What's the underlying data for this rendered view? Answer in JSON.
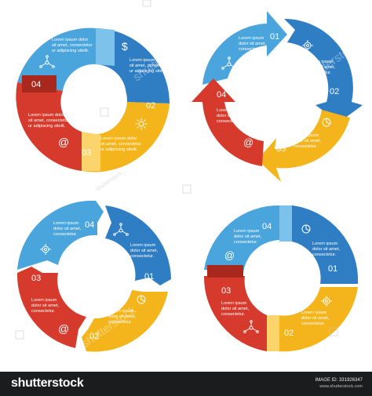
{
  "segment_text": {
    "line1": "Lorem ipsum dolor",
    "line2": "sit amet, consectetur",
    "line3": "ur adipiscing sitelit.",
    "short1": "Lorem ipsum",
    "short2": "dolor sit amet,",
    "short3": "consectetur."
  },
  "numbers": {
    "n1": "01",
    "n2": "02",
    "n3": "03",
    "n4": "04"
  },
  "icon_names": [
    "dollar-icon",
    "gear-icon",
    "sun-icon",
    "at-icon",
    "network-icon",
    "pie-chart-icon"
  ],
  "colors": {
    "blue_light": "#4aa5dc",
    "blue": "#2f7ec4",
    "yellow": "#f3b51b",
    "red": "#d63a2c",
    "red_dark": "#a9281e"
  },
  "watermark": {
    "text": "shutterstock",
    "small": "Shutterstock"
  },
  "footer": {
    "logo": "shutterstock",
    "image_id": "IMAGE ID: 331926347",
    "site": "www.shutterstock.com"
  }
}
